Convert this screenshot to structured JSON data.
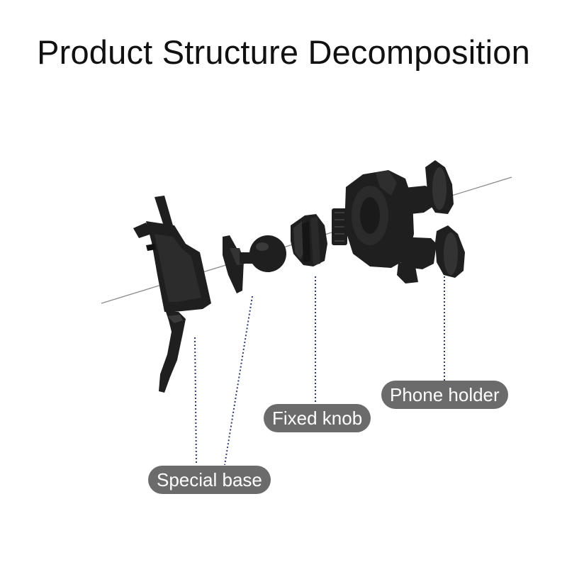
{
  "title": "Product Structure Decomposition",
  "parts": [
    {
      "id": "special-base",
      "label": "Special base"
    },
    {
      "id": "fixed-knob",
      "label": "Fixed knob"
    },
    {
      "id": "phone-holder",
      "label": "Phone holder"
    }
  ],
  "colors": {
    "part_fill": "#1f1f1f",
    "part_shade": "#3a3a3a",
    "label_background": "#6b6b6b",
    "label_text": "#ffffff",
    "leader_line": "#2b3a6b",
    "axis_line": "#888888"
  }
}
